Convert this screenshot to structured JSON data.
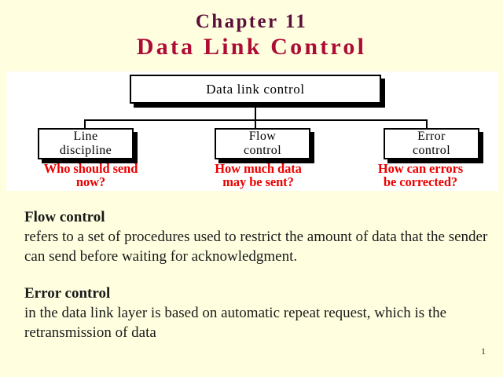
{
  "slide": {
    "background_color": "#FFFFE0",
    "page_number": "1"
  },
  "title": {
    "chapter_label": "Chapter 11",
    "chapter_color": "#5C0F3A",
    "main_title": "Data Link Control",
    "main_color": "#AE0C35"
  },
  "diagram": {
    "panel_background": "#FFFFFF",
    "root": {
      "label": "Data link control"
    },
    "children": [
      {
        "label": "Line\ndiscipline",
        "caption": "Who should send\nnow?"
      },
      {
        "label": "Flow\ncontrol",
        "caption": "How much data\nmay be sent?"
      },
      {
        "label": "Error\ncontrol",
        "caption": "How can errors\nbe corrected?"
      }
    ],
    "caption_color": "#ED0000"
  },
  "body": {
    "paragraphs": [
      {
        "heading": "Flow control",
        "text": "refers to a set of procedures used to restrict the amount of data that the sender can send before waiting for acknowledgment."
      },
      {
        "heading": "Error control",
        "text": "in the data link layer is based on automatic repeat request, which is the retransmission of data"
      }
    ]
  }
}
